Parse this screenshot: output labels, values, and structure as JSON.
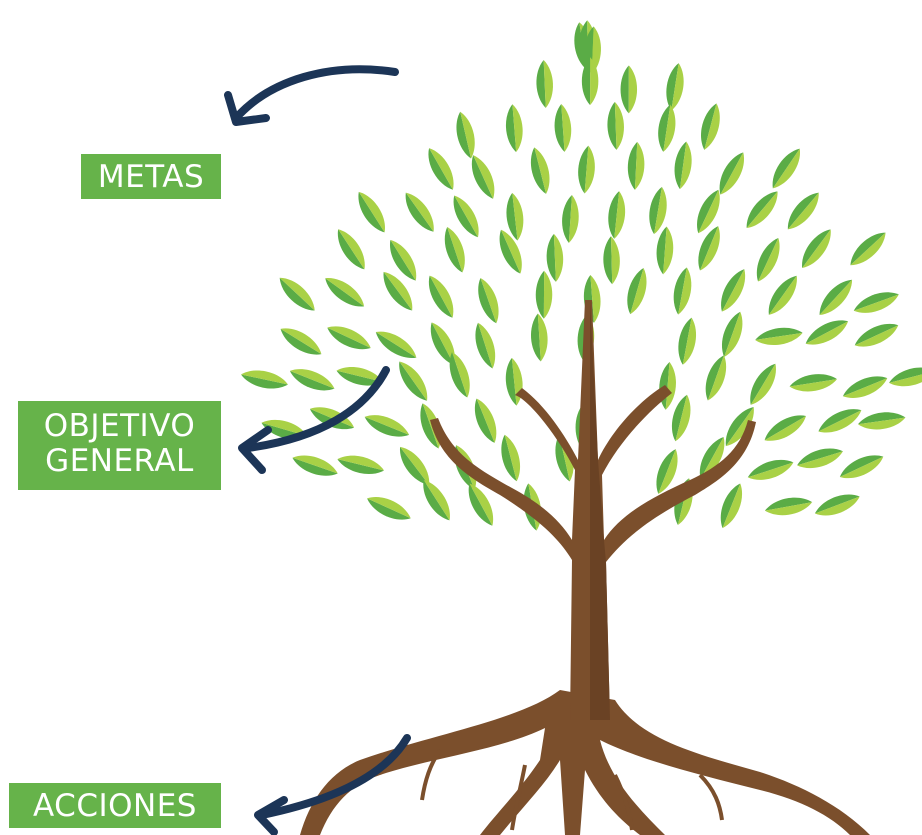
{
  "labels": {
    "metas": "METAS",
    "objetivo_line1": "OBJETIVO",
    "objetivo_line2": "GENERAL",
    "acciones": "ACCIONES"
  },
  "colors": {
    "label_background": "#66b34a",
    "label_text": "#ffffff",
    "leaf_dark": "#5aac46",
    "leaf_light": "#a9d146",
    "trunk": "#7b4f2c",
    "arrow": "#1c3557"
  },
  "icons": {
    "tree": "tree-illustration",
    "arrows": "curved-arrow-icon"
  }
}
